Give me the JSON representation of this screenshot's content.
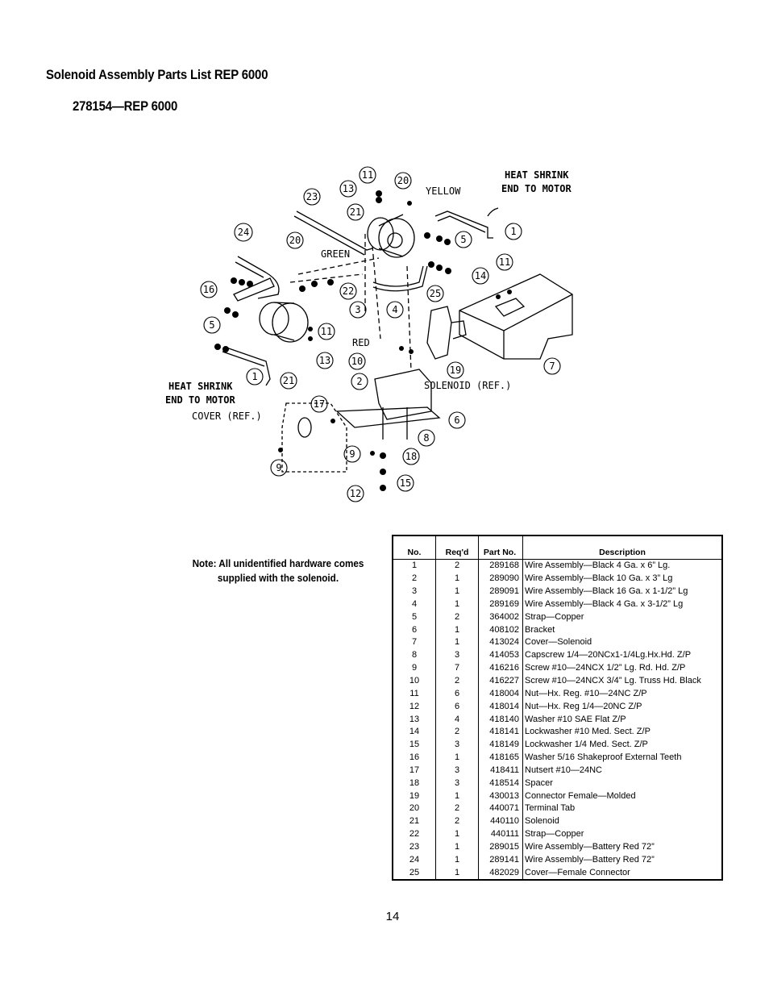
{
  "header": {
    "title": "Solenoid Assembly Parts List REP 6000",
    "subtitle": "278154—REP 6000"
  },
  "diagram": {
    "callouts": [
      "1",
      "2",
      "3",
      "4",
      "5",
      "6",
      "7",
      "8",
      "9",
      "10",
      "11",
      "12",
      "13",
      "14",
      "15",
      "16",
      "17",
      "18",
      "19",
      "20",
      "21",
      "22",
      "23",
      "24",
      "25"
    ],
    "labels": {
      "yellow": "YELLOW",
      "green": "GREEN",
      "red": "RED",
      "heat_shrink_top_1": "HEAT SHRINK",
      "heat_shrink_top_2": "END TO MOTOR",
      "heat_shrink_left_1": "HEAT SHRINK",
      "heat_shrink_left_2": "END TO MOTOR",
      "solenoid_ref": "SOLENOID (REF.)",
      "cover_ref": "COVER (REF.)"
    }
  },
  "note": {
    "line1": "Note: All unidentified hardware comes",
    "line2": "supplied with the solenoid."
  },
  "table": {
    "headers": {
      "no": "No.",
      "req": "Req'd",
      "part": "Part No.",
      "desc": "Description"
    },
    "rows": [
      {
        "no": "1",
        "req": "2",
        "part": "289168",
        "desc": "Wire Assembly—Black 4 Ga. x 6” Lg."
      },
      {
        "no": "2",
        "req": "1",
        "part": "289090",
        "desc": "Wire Assembly—Black 10 Ga. x 3” Lg"
      },
      {
        "no": "3",
        "req": "1",
        "part": "289091",
        "desc": "Wire Assembly—Black 16 Ga. x 1-1/2” Lg"
      },
      {
        "no": "4",
        "req": "1",
        "part": "289169",
        "desc": "Wire Assembly—Black 4 Ga. x 3-1/2” Lg"
      },
      {
        "no": "5",
        "req": "2",
        "part": "364002",
        "desc": "Strap—Copper"
      },
      {
        "no": "6",
        "req": "1",
        "part": "408102",
        "desc": "Bracket"
      },
      {
        "no": "7",
        "req": "1",
        "part": "413024",
        "desc": "Cover—Solenoid"
      },
      {
        "no": "8",
        "req": "3",
        "part": "414053",
        "desc": "Capscrew 1/4—20NCx1-1/4Lg.Hx.Hd. Z/P"
      },
      {
        "no": "9",
        "req": "7",
        "part": "416216",
        "desc": "Screw #10—24NCX 1/2” Lg. Rd. Hd. Z/P"
      },
      {
        "no": "10",
        "req": "2",
        "part": "416227",
        "desc": "Screw #10—24NCX 3/4” Lg. Truss Hd. Black"
      },
      {
        "no": "11",
        "req": "6",
        "part": "418004",
        "desc": "Nut—Hx. Reg. #10—24NC Z/P"
      },
      {
        "no": "12",
        "req": "6",
        "part": "418014",
        "desc": "Nut—Hx. Reg 1/4—20NC Z/P"
      },
      {
        "no": "13",
        "req": "4",
        "part": "418140",
        "desc": "Washer #10 SAE Flat Z/P"
      },
      {
        "no": "14",
        "req": "2",
        "part": "418141",
        "desc": "Lockwasher #10 Med. Sect. Z/P"
      },
      {
        "no": "15",
        "req": "3",
        "part": "418149",
        "desc": "Lockwasher 1/4 Med. Sect. Z/P"
      },
      {
        "no": "16",
        "req": "1",
        "part": "418165",
        "desc": "Washer 5/16 Shakeproof External Teeth"
      },
      {
        "no": "17",
        "req": "3",
        "part": "418411",
        "desc": "Nutsert #10—24NC"
      },
      {
        "no": "18",
        "req": "3",
        "part": "418514",
        "desc": "Spacer"
      },
      {
        "no": "19",
        "req": "1",
        "part": "430013",
        "desc": "Connector Female—Molded"
      },
      {
        "no": "20",
        "req": "2",
        "part": "440071",
        "desc": "Terminal Tab"
      },
      {
        "no": "21",
        "req": "2",
        "part": "440110",
        "desc": "Solenoid"
      },
      {
        "no": "22",
        "req": "1",
        "part": "440111",
        "desc": "Strap—Copper"
      },
      {
        "no": "23",
        "req": "1",
        "part": "289015",
        "desc": "Wire Assembly—Battery Red 72”"
      },
      {
        "no": "24",
        "req": "1",
        "part": "289141",
        "desc": "Wire Assembly—Battery Red 72”"
      },
      {
        "no": "25",
        "req": "1",
        "part": "482029",
        "desc": "Cover—Female Connector"
      }
    ]
  },
  "footer": {
    "page_number": "14"
  }
}
